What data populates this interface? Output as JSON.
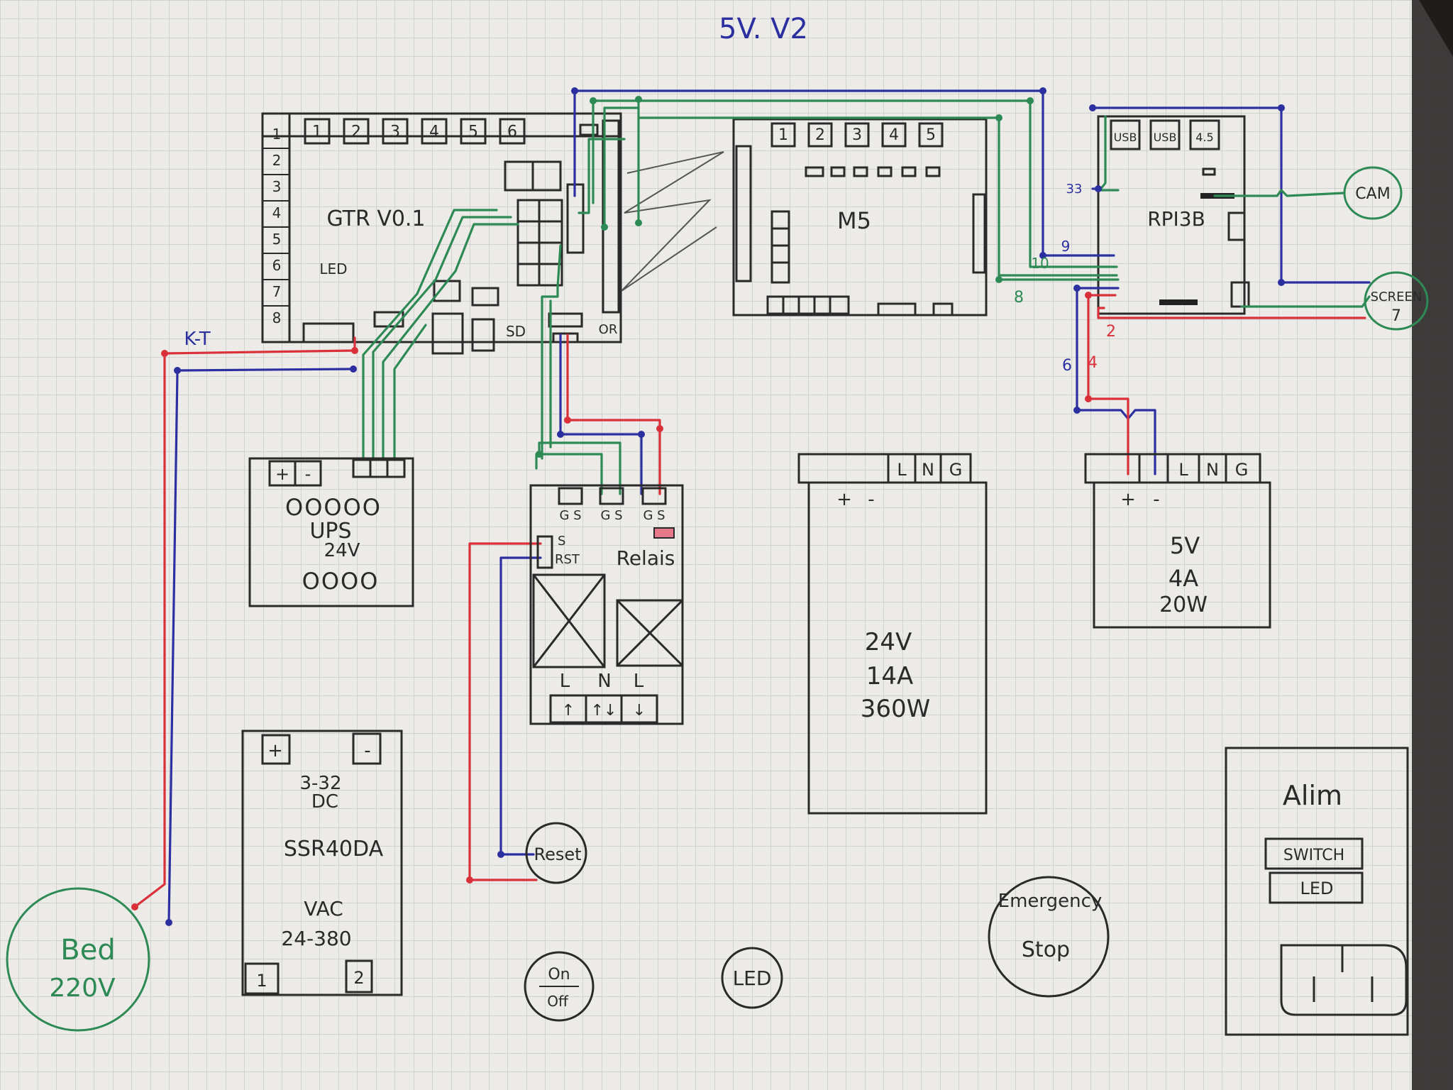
{
  "title": "5V. V2",
  "colors": {
    "paper": "#eeeeec",
    "grid": "#b8b8b8",
    "ink": "#2a2a2a",
    "wire_red": "#d9303a",
    "wire_blue": "#2c2fa0",
    "wire_green": "#2e8a55"
  },
  "boards": {
    "gtr": {
      "label": "GTR V0.1",
      "top_ports": [
        "1",
        "2",
        "3",
        "4",
        "5",
        "6"
      ],
      "side_ports": [
        "1",
        "2",
        "3",
        "4",
        "5",
        "6",
        "7",
        "8"
      ],
      "led": "LED",
      "sd": "SD",
      "or": "OR"
    },
    "m5": {
      "label": "M5",
      "ports": [
        "1",
        "2",
        "3",
        "4",
        "5"
      ]
    },
    "rpi": {
      "label": "RPI3B",
      "ports": [
        "USB",
        "USB",
        "4.5"
      ]
    }
  },
  "wire_labels": {
    "kt": "K-T",
    "n33": "33",
    "n9": "9",
    "n10": "10",
    "n8": "8",
    "n2": "2",
    "n6": "6",
    "n4": "4"
  },
  "peripherals": {
    "cam": "CAM",
    "screen": "SCREEN",
    "screen_num": "7"
  },
  "ups": {
    "title": "UPS",
    "voltage": "24V",
    "plus": "+",
    "minus": "-",
    "row1": "OOOOO",
    "row2": "OOOO"
  },
  "relais": {
    "title": "Relais",
    "ports": [
      "G S",
      "G S",
      "G S"
    ],
    "s": "S",
    "rst": "RST",
    "bottom": [
      "L",
      "N",
      "L"
    ],
    "arrows": [
      "↑",
      "↑↓",
      "↓"
    ]
  },
  "psu24": {
    "terminals": [
      "L",
      "N",
      "G"
    ],
    "plus": "+",
    "minus": "-",
    "line1": "24V",
    "line2": "14A",
    "line3": "360W"
  },
  "psu5": {
    "terminals": [
      "L",
      "N",
      "G"
    ],
    "plus": "+",
    "minus": "-",
    "line1": "5V",
    "line2": "4A",
    "line3": "20W"
  },
  "ssr": {
    "plus": "+",
    "minus": "-",
    "dc1": "3-32",
    "dc2": "DC",
    "model": "SSR40DA",
    "vac1": "VAC",
    "vac2": "24-380",
    "t1": "1",
    "t2": "2"
  },
  "reset": "Reset",
  "bed": {
    "line1": "Bed",
    "line2": "220V"
  },
  "onoff": {
    "on": "On",
    "off": "Off"
  },
  "led_btn": "LED",
  "estop": {
    "line1": "Emergency",
    "line2": "Stop"
  },
  "alim": {
    "title": "Alim",
    "switch": "SWITCH",
    "led": "LED"
  }
}
